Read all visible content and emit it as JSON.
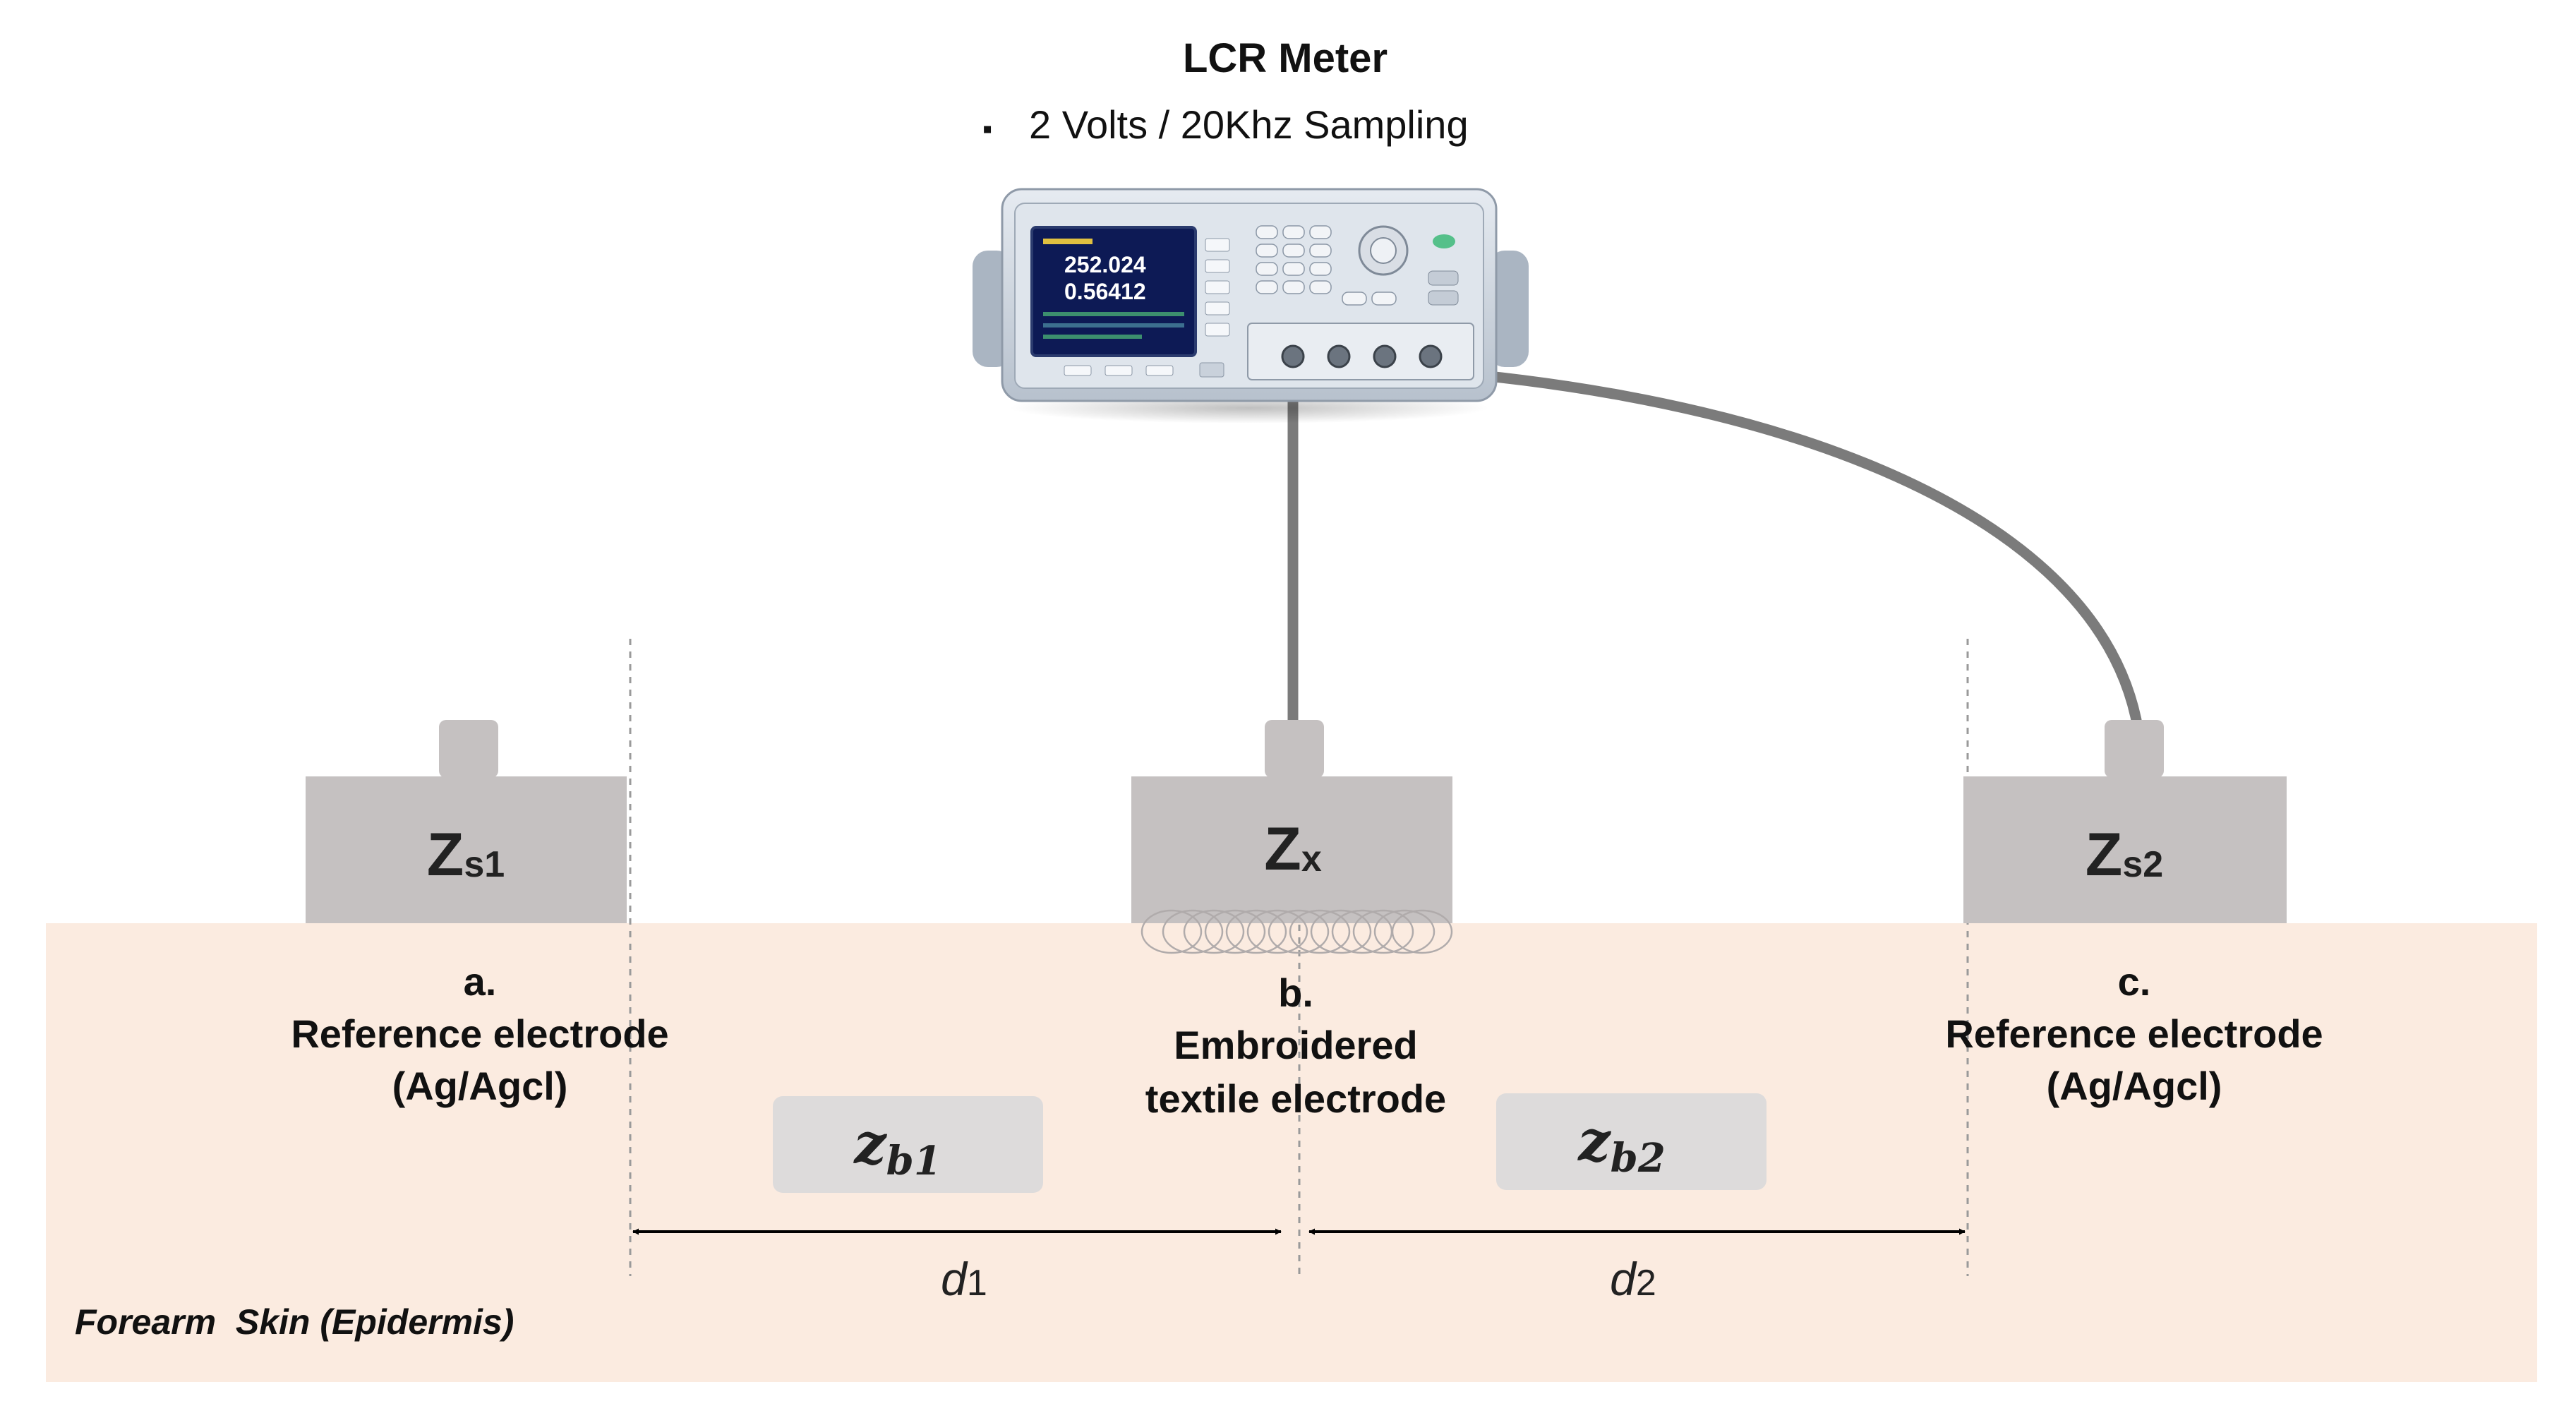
{
  "meter": {
    "title": "LCR Meter",
    "spec_bullet": "▪",
    "spec": "2 Volts / 20Khz Sampling",
    "display_primary": "252.024",
    "display_secondary": "0.56412"
  },
  "electrodes": {
    "zs1": {
      "main": "Z",
      "sub": "s1",
      "letter": "a.",
      "line1": "Reference electrode",
      "line2": "(Ag/Agcl)"
    },
    "zx": {
      "main": "Z",
      "sub": "x",
      "letter": "b.",
      "line1": "Embroidered",
      "line2": "textile electrode"
    },
    "zs2": {
      "main": "Z",
      "sub": "s2",
      "letter": "c.",
      "line1": "Reference electrode",
      "line2": "(Ag/Agcl)"
    }
  },
  "body_impedances": {
    "zb1": {
      "main": "z",
      "sub": "b1"
    },
    "zb2": {
      "main": "z",
      "sub": "b2"
    }
  },
  "distances": {
    "d1": {
      "main": "d",
      "sub": "1"
    },
    "d2": {
      "main": "d",
      "sub": "2"
    }
  },
  "skin_label": "Forearm  Skin (Epidermis)",
  "colors": {
    "skin": "#fbebe0",
    "electrode": "#c5c1c1",
    "body_box": "#dddbdb",
    "cable": "#7b7b7b",
    "meter_body": "#cfd6df",
    "meter_screen": "#0d1a55"
  }
}
